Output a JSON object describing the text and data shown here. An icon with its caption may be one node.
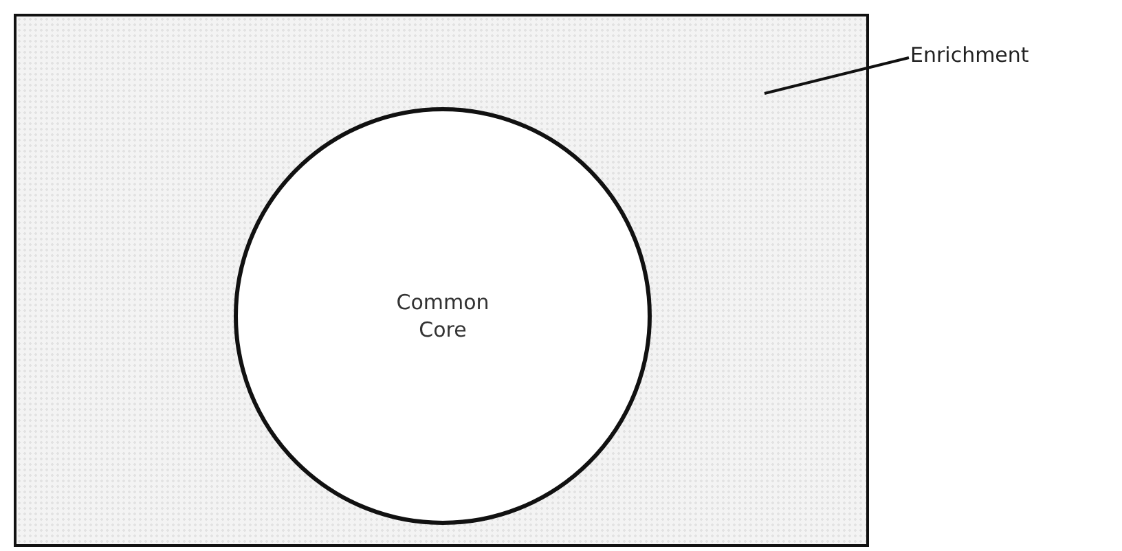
{
  "diagram": {
    "nodes": [
      {
        "text": [],
        "shape": "box"
      },
      {
        "text": [
          "Common Core"
        ],
        "in": 0
      },
      {
        "text": [
          "Enrichment"
        ]
      }
    ],
    "edges": [
      {
        "from": 2,
        "to": 0,
        "arrow": "none"
      }
    ]
  }
}
